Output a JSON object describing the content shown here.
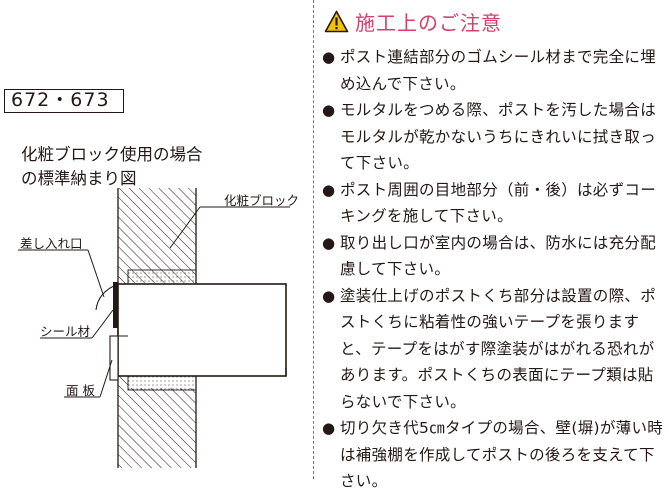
{
  "model": "672・673",
  "diagram": {
    "title_lines": [
      "化粧ブロック使用の場合",
      "の標準納まり図"
    ],
    "labels": {
      "block": "化粧ブロック",
      "slot": "差し入れ口",
      "seal": "シール材",
      "face_plate": "面 板"
    }
  },
  "notes": {
    "title": "施工上のご注意",
    "items": [
      "ポスト連結部分のゴムシール材まで完全に埋め込んで下さい。",
      "モルタルをつめる際、ポストを汚した場合はモルタルが乾かないうちにきれいに拭き取って下さい。",
      "ポスト周囲の目地部分（前・後）は必ずコーキングを施して下さい。",
      "取り出し口が室内の場合は、防水には充分配慮して下さい。",
      "塗装仕上げのポストくち部分は設置の際、ポストくちに粘着性の強いテープを張りますと、テープをはがす際塗装がはがれる恐れがあります。ポストくちの表面にテープ類は貼らないで下さい。",
      "切り欠き代5㎝タイプの場合、壁(塀)が薄い時は補強棚を作成してポストの後ろを支えて下さい。"
    ]
  },
  "colors": {
    "accent": "#d4406a",
    "text": "#231815"
  },
  "icons": {
    "warning": "warning-triangle-icon"
  }
}
